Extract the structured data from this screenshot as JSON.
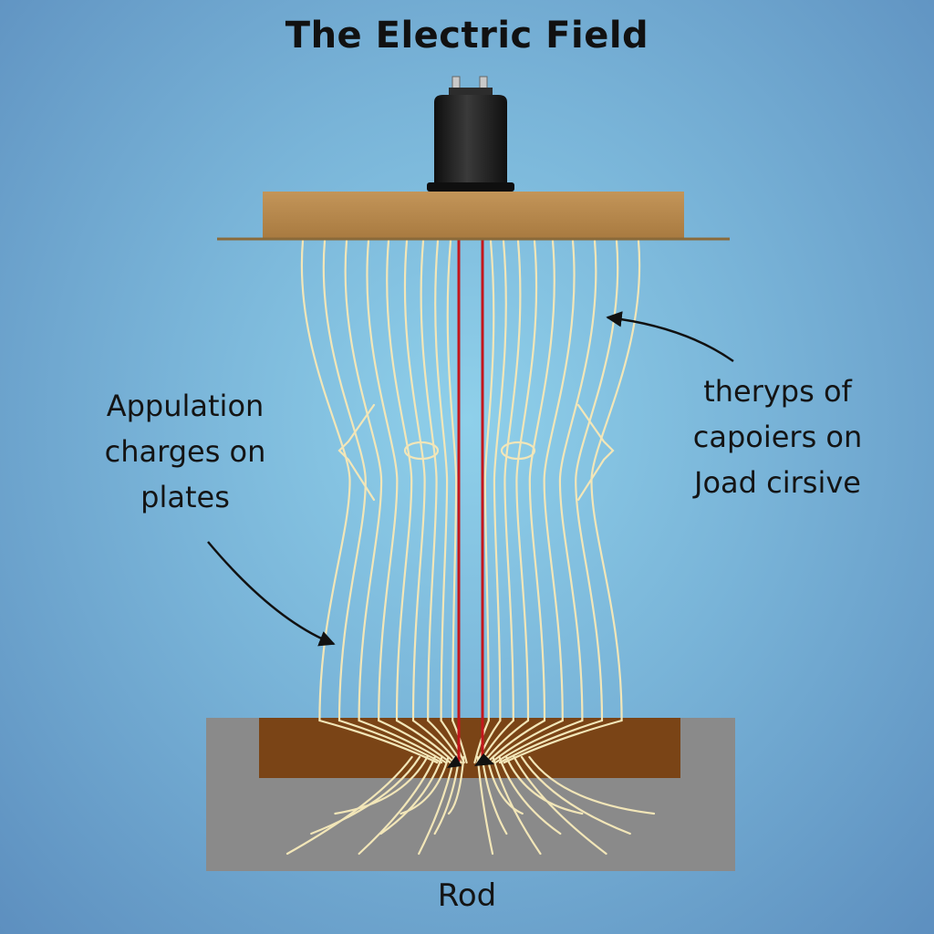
{
  "title": "The Electric Field",
  "left_label": {
    "lines": [
      "Appulation",
      "charges on",
      "plates"
    ]
  },
  "right_label": {
    "lines": [
      "theryps of",
      "capoiers on",
      "Joad cirsive"
    ]
  },
  "bottom_label": "Rod",
  "colors": {
    "background": "#79b4d8",
    "top_plate": "#b88a4e",
    "bottom_plate": "#7a4416",
    "base": "#8a8a8a",
    "field_lines": "#f2e6b8",
    "rods": "#c4161c",
    "capacitor": "#1c1c1c"
  },
  "icons": [
    "capacitor-icon",
    "arrow-icon"
  ]
}
